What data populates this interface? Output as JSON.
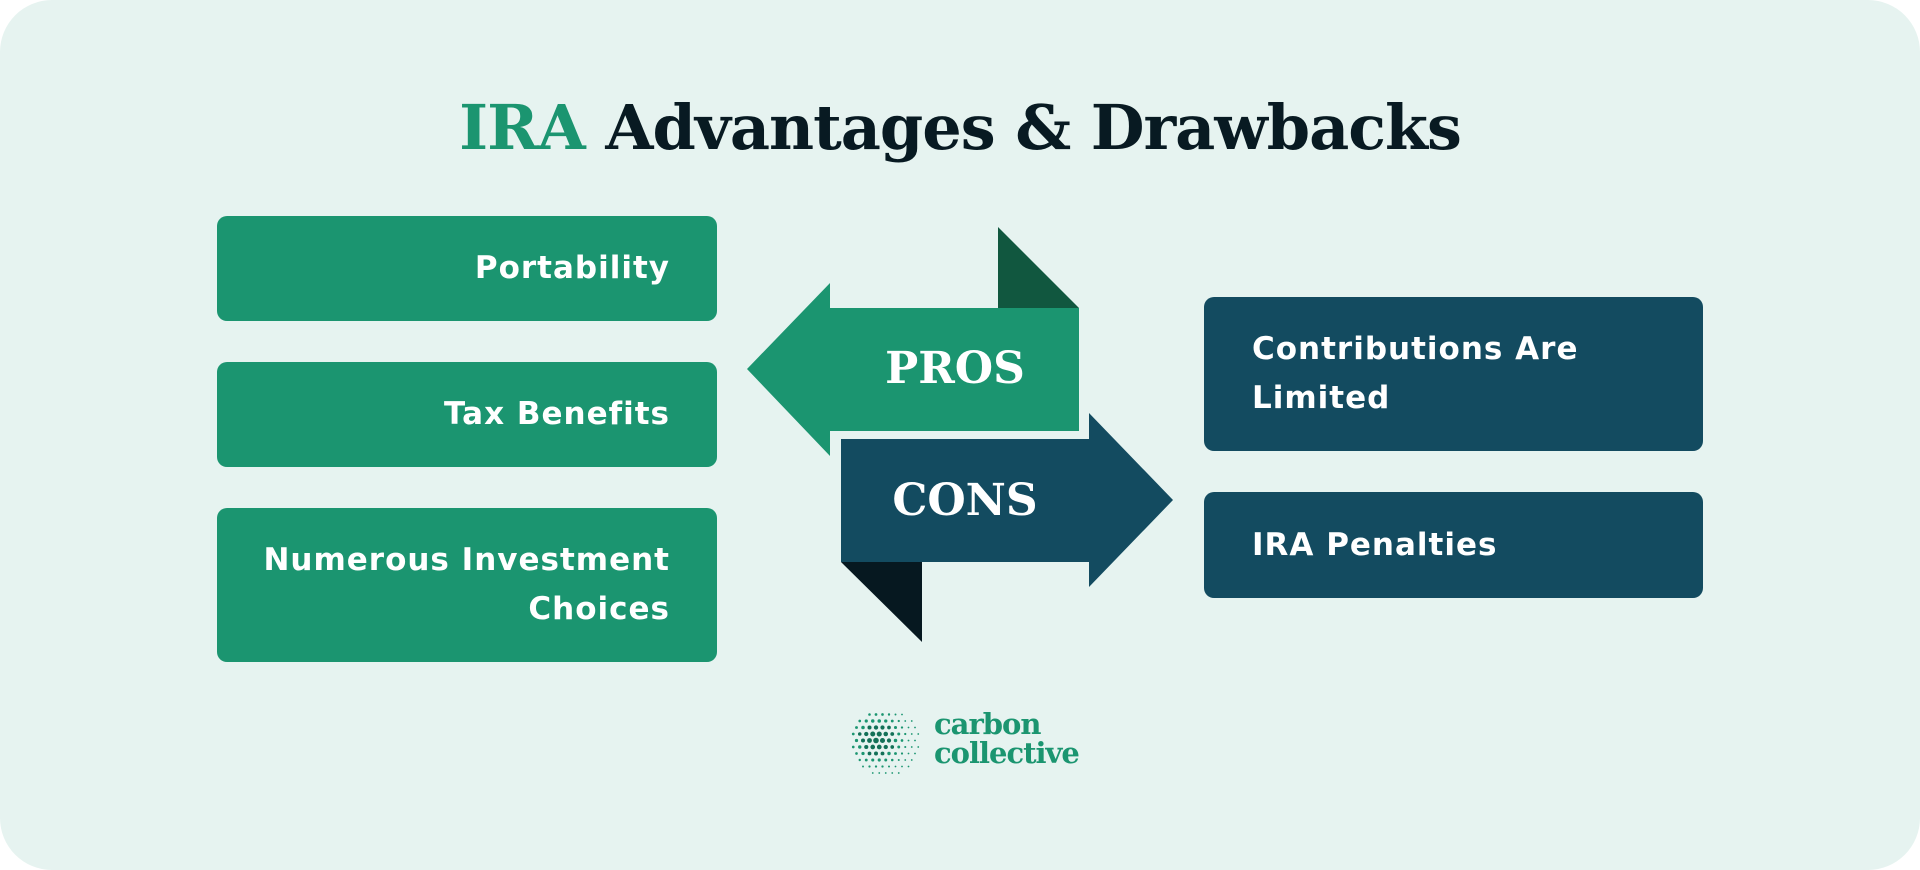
{
  "title": {
    "accent": "IRA",
    "rest": "Advantages & Drawbacks"
  },
  "pros": {
    "label": "PROS",
    "items": [
      "Portability",
      "Tax Benefits",
      "Numerous Investment Choices"
    ]
  },
  "cons": {
    "label": "CONS",
    "items": [
      "Contributions Are Limited",
      "IRA Penalties"
    ]
  },
  "brand": {
    "line1": "carbon",
    "line2": "collective",
    "icon": "dotted-sphere-logo"
  },
  "colors": {
    "background": "#e6f3f0",
    "pros_green": "#1b9570",
    "pros_fold": "#11573f",
    "cons_navy": "#134b60",
    "cons_fold": "#061820",
    "title_dark": "#081a22"
  }
}
